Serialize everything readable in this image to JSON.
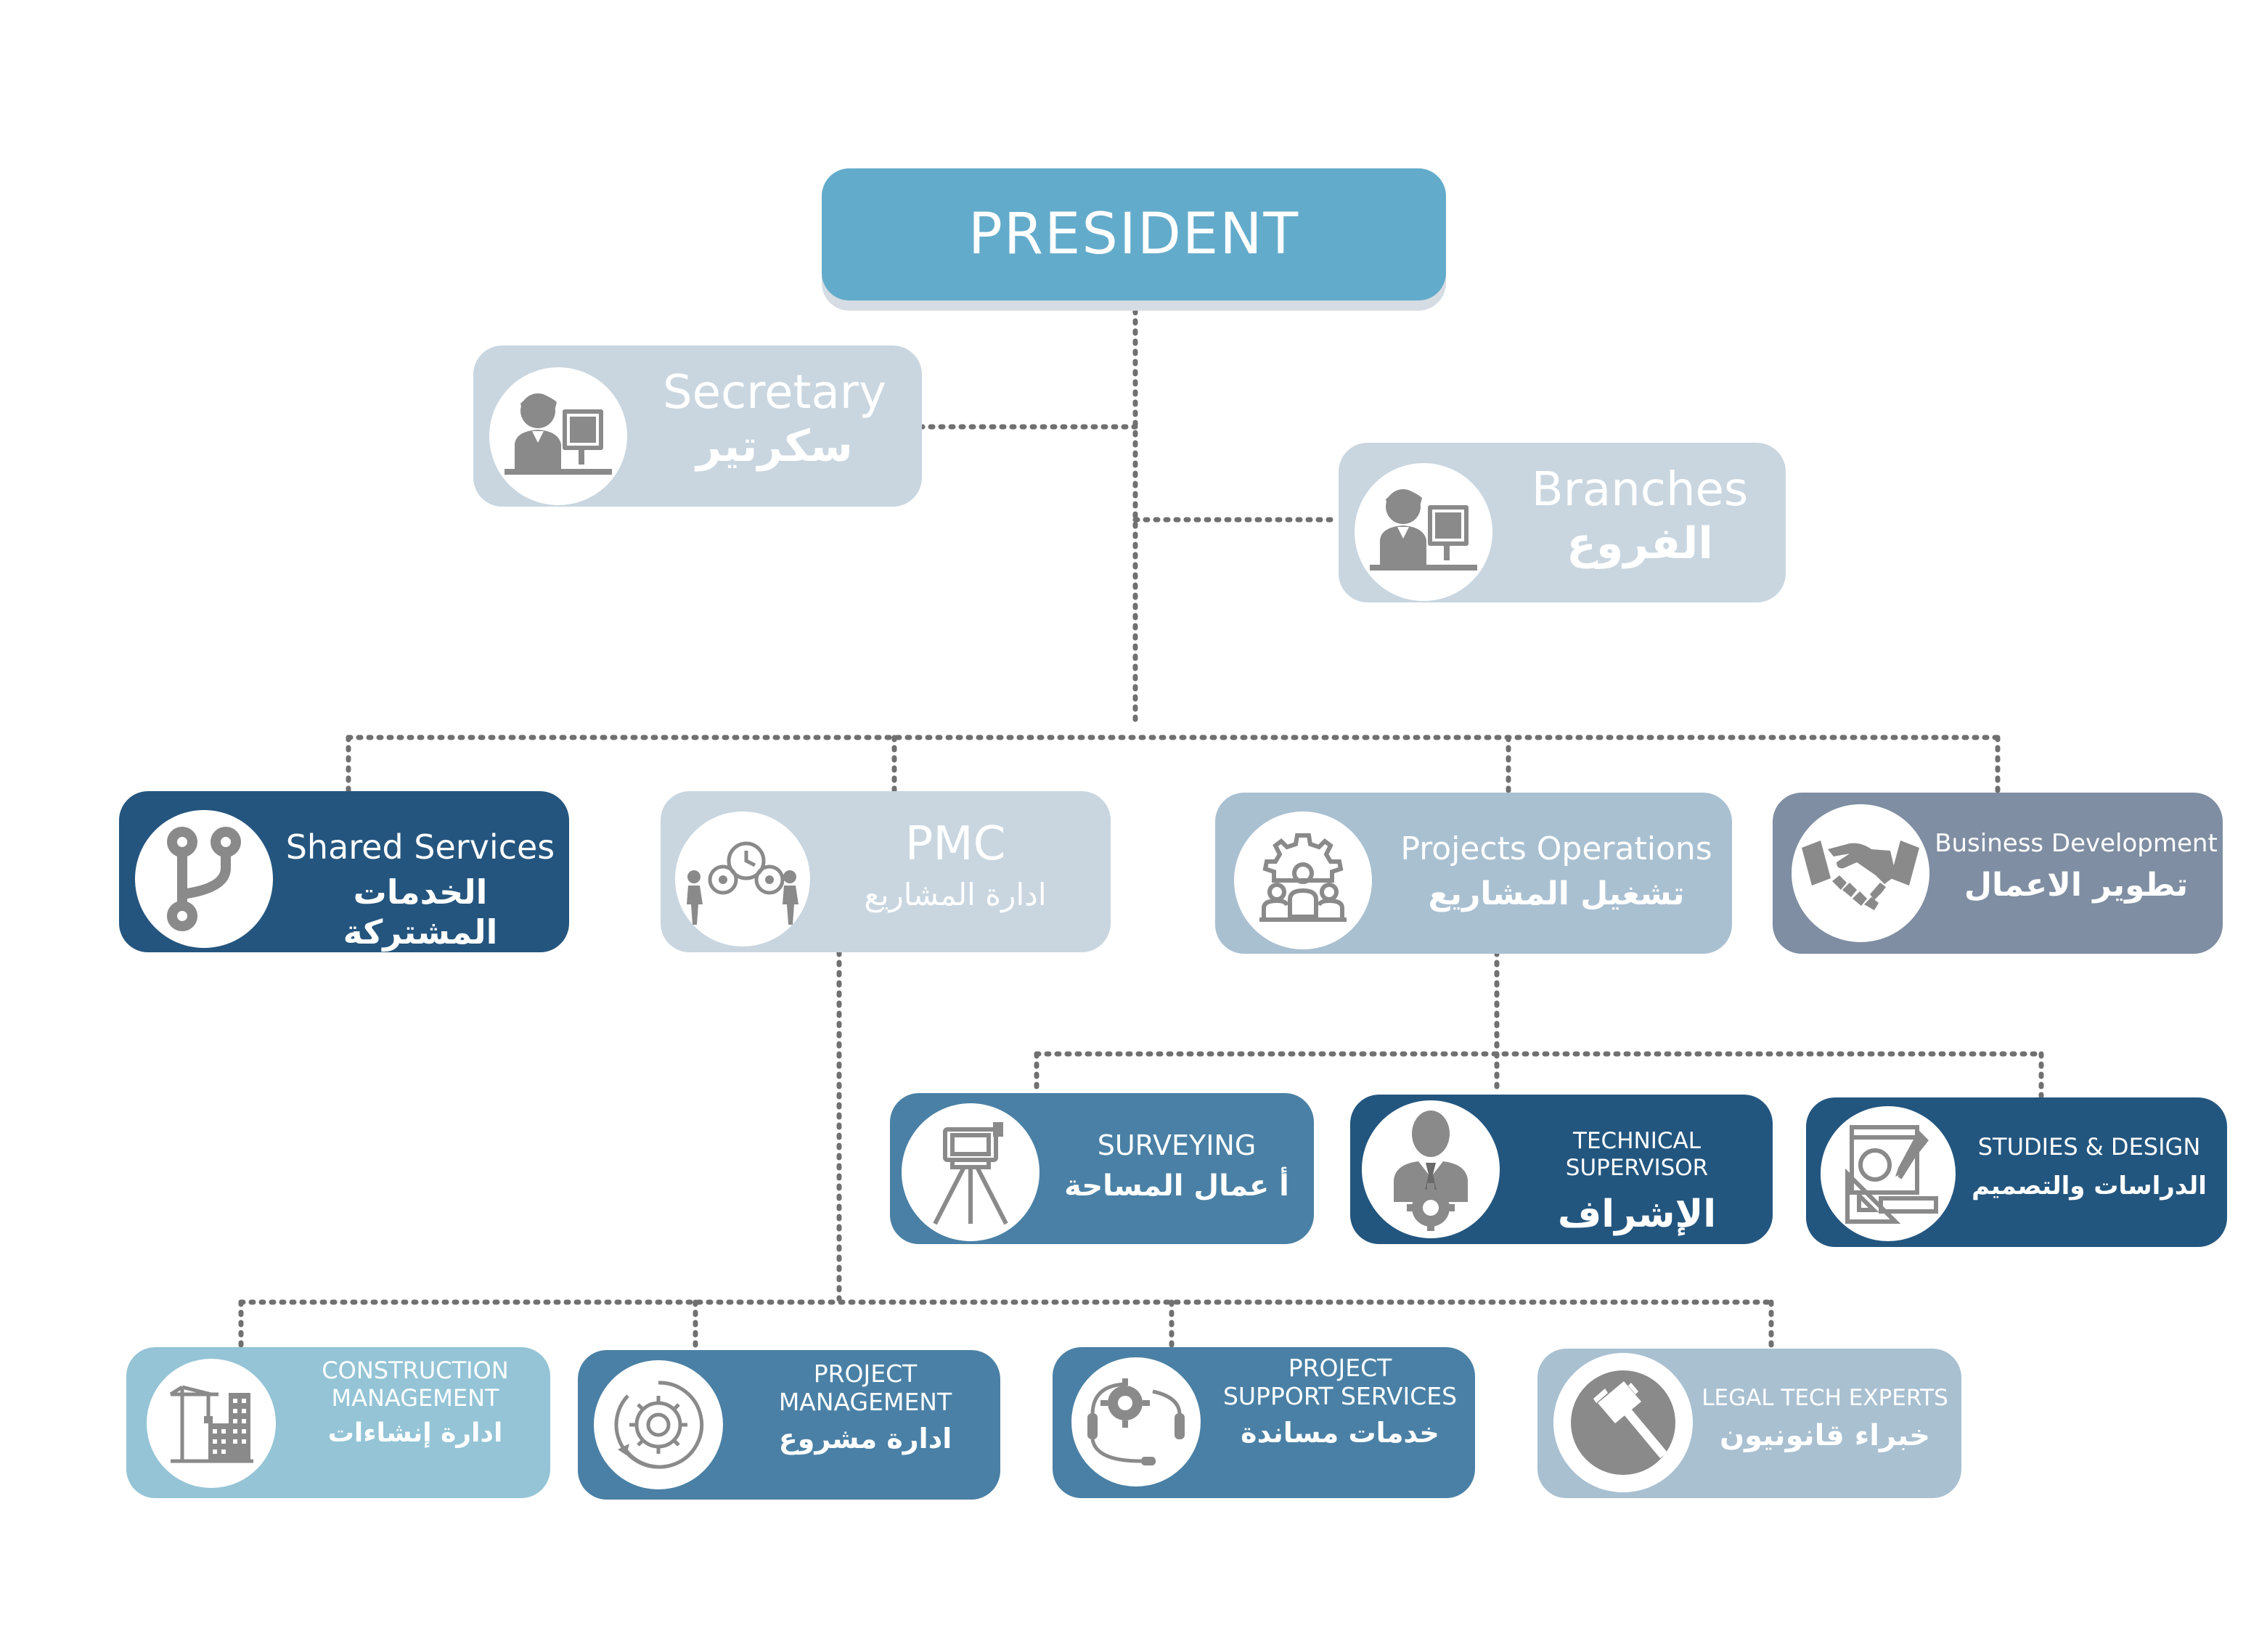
{
  "president": {
    "label": "PRESIDENT"
  },
  "colors": {
    "president": "#63abcb",
    "light_grey_blue": "#c9d6e0",
    "dark_blue": "#24557e",
    "slate": "#7f8ea2",
    "mid_blue": "#a9c0d1",
    "steel_blue": "#4a80a5",
    "navy": "#23567f",
    "pale_blue": "#94c4d6",
    "connector": "#707070",
    "icon_grey": "#8a8a8a"
  },
  "advisors": [
    {
      "en": "Secretary",
      "ar": "سكرتير",
      "icon": "person-at-computer-icon"
    },
    {
      "en": "Branches",
      "ar": "الفروع",
      "icon": "person-at-computer-icon"
    }
  ],
  "departments": [
    {
      "en": "Shared Services",
      "ar": "الخدمات المشتركة",
      "icon": "branch-icon"
    },
    {
      "en": "PMC",
      "ar": "ادارة المشاريع",
      "icon": "people-with-gears-icon"
    },
    {
      "en": "Projects Operations",
      "ar": "تشغيل المشاريع",
      "icon": "team-gear-icon"
    },
    {
      "en": "Business Development",
      "ar": "تطوير الاعمال",
      "icon": "handshake-icon"
    }
  ],
  "operations_units": [
    {
      "en": "SURVEYING",
      "ar": "أ عمال المساحة",
      "icon": "theodolite-icon"
    },
    {
      "en": "TECHNICAL SUPERVISOR",
      "ar": "الإشراف",
      "icon": "supervisor-gear-icon"
    },
    {
      "en": "STUDIES & DESIGN",
      "ar": "الدراسات والتصميم",
      "icon": "drafting-tools-icon"
    }
  ],
  "pmc_units": [
    {
      "en1": "CONSTRUCTION",
      "en2": "MANAGEMENT",
      "ar": "ادارة إنشاءات",
      "icon": "crane-building-icon"
    },
    {
      "en1": "PROJECT",
      "en2": "MANAGEMENT",
      "ar": "ادارة مشروع",
      "icon": "gear-cycle-icon"
    },
    {
      "en1": "PROJECT",
      "en2": "SUPPORT SERVICES",
      "ar": "خدمات مساندة",
      "icon": "support-headset-icon"
    },
    {
      "en1": "LEGAL TECH EXPERTS",
      "en2": "",
      "ar": "خبراء قانونيون",
      "icon": "gavel-icon"
    }
  ]
}
